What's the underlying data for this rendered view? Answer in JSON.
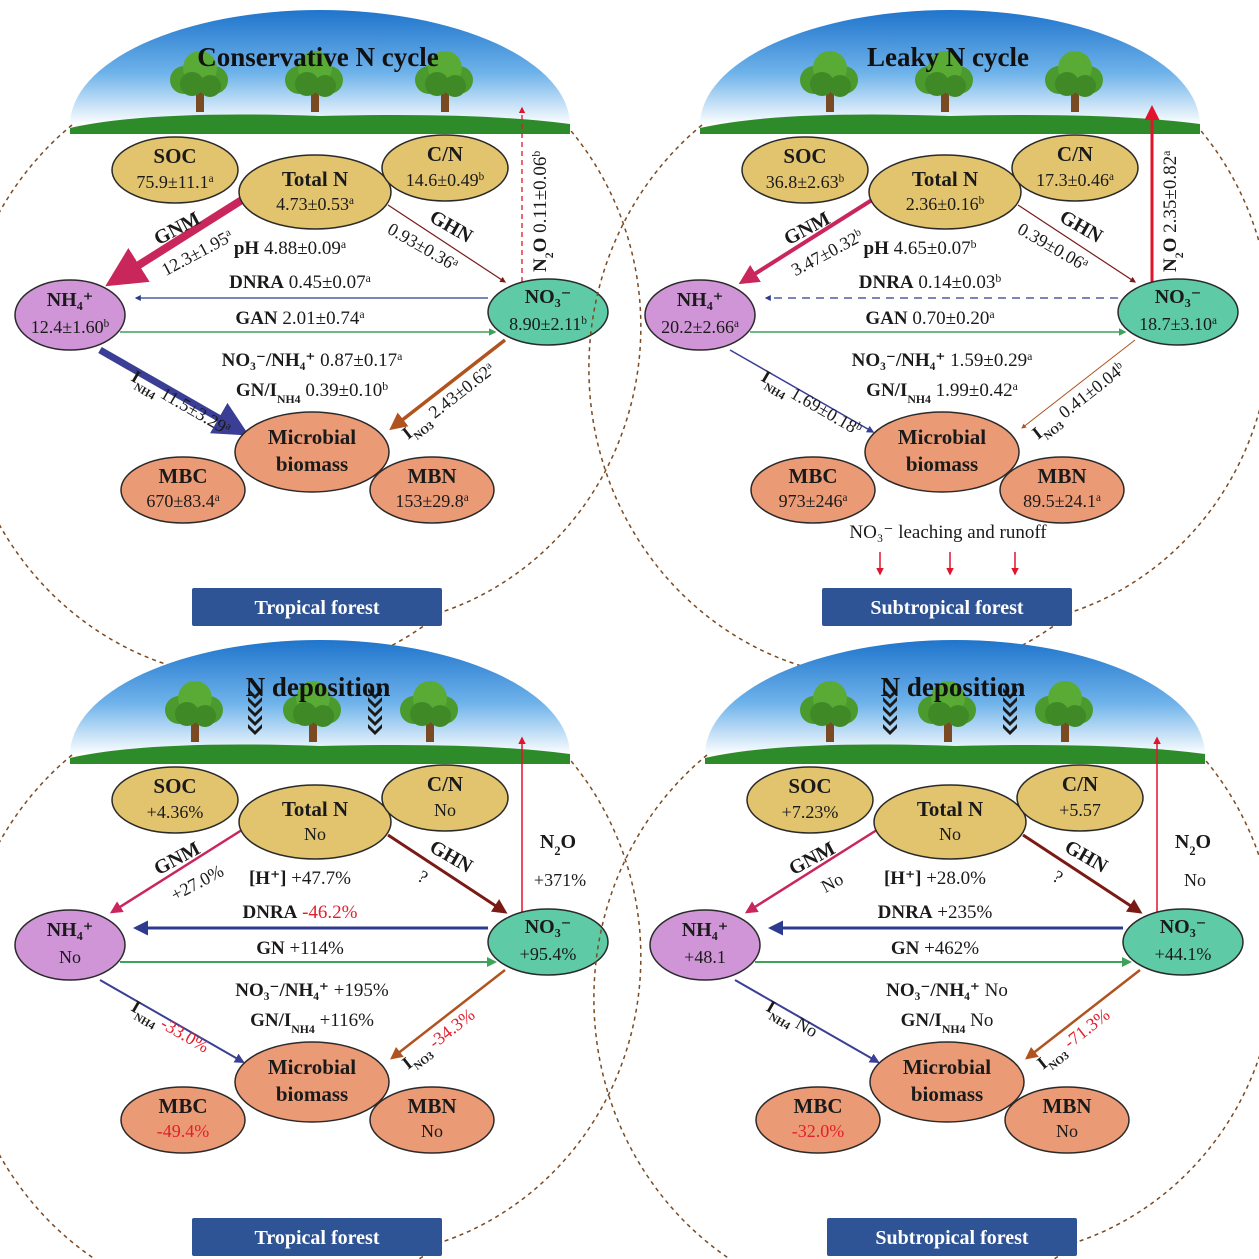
{
  "panels": [
    {
      "title": "Conservative N cycle",
      "forest": "Tropical forest",
      "soc": {
        "label": "SOC",
        "value": "75.9±11.1",
        "sup": "a"
      },
      "totaln": {
        "label": "Total N",
        "value": "4.73±0.53",
        "sup": "a"
      },
      "cn": {
        "label": "C/N",
        "value": "14.6±0.49",
        "sup": "b"
      },
      "gnm": {
        "label": "GNM",
        "value": "12.3±1.95",
        "sup": "a"
      },
      "ghn": {
        "label": "GHN",
        "value": "0.93±0.36",
        "sup": "a"
      },
      "ph": {
        "label": "pH",
        "value": "4.88±0.09",
        "sup": "a"
      },
      "dnra": {
        "label": "DNRA",
        "value": "0.45±0.07",
        "sup": "a"
      },
      "gan": {
        "label": "GAN",
        "value": "2.01±0.74",
        "sup": "a"
      },
      "nh4": {
        "label": "NH₄⁺",
        "value": "12.4±1.60",
        "sup": "b"
      },
      "no3": {
        "label": "NO₃⁻",
        "value": "8.90±2.11",
        "sup": "b"
      },
      "ratio1": {
        "label": "NO₃⁻/NH₄⁺",
        "value": "0.87±0.17",
        "sup": "a"
      },
      "ratio2": {
        "label": "GN/I",
        "sub": "NH4",
        "value": "0.39±0.10",
        "sup": "b"
      },
      "inh4": {
        "label": "I",
        "sub": "NH4",
        "value": "11.5±3.29",
        "sup": "a"
      },
      "ino3": {
        "label": "I",
        "sub": "NO3",
        "value": "2.43±0.62",
        "sup": "a"
      },
      "n2o": {
        "label": "N",
        "sub": "2",
        "label2": "O",
        "value": "0.11±0.06",
        "sup": "b"
      },
      "microbial": {
        "line1": "Microbial",
        "line2": "biomass"
      },
      "mbc": {
        "label": "MBC",
        "value": "670±83.4",
        "sup": "a"
      },
      "mbn": {
        "label": "MBN",
        "value": "153±29.8",
        "sup": "a"
      }
    },
    {
      "title": "Leaky N cycle",
      "forest": "Subtropical forest",
      "soc": {
        "label": "SOC",
        "value": "36.8±2.63",
        "sup": "b"
      },
      "totaln": {
        "label": "Total N",
        "value": "2.36±0.16",
        "sup": "b"
      },
      "cn": {
        "label": "C/N",
        "value": "17.3±0.46",
        "sup": "a"
      },
      "gnm": {
        "label": "GNM",
        "value": "3.47±0.32",
        "sup": "b"
      },
      "ghn": {
        "label": "GHN",
        "value": "0.39±0.06",
        "sup": "a"
      },
      "ph": {
        "label": "pH",
        "value": "4.65±0.07",
        "sup": "b"
      },
      "dnra": {
        "label": "DNRA",
        "value": "0.14±0.03",
        "sup": "b"
      },
      "gan": {
        "label": "GAN",
        "value": "0.70±0.20",
        "sup": "a"
      },
      "nh4": {
        "label": "NH₄⁺",
        "value": "20.2±2.66",
        "sup": "a"
      },
      "no3": {
        "label": "NO₃⁻",
        "value": "18.7±3.10",
        "sup": "a"
      },
      "ratio1": {
        "label": "NO₃⁻/NH₄⁺",
        "value": "1.59±0.29",
        "sup": "a"
      },
      "ratio2": {
        "label": "GN/I",
        "sub": "NH4",
        "value": "1.99±0.42",
        "sup": "a"
      },
      "inh4": {
        "label": "I",
        "sub": "NH4",
        "value": "1.69±0.18",
        "sup": "b"
      },
      "ino3": {
        "label": "I",
        "sub": "NO3",
        "value": "0.41±0.04",
        "sup": "b"
      },
      "n2o": {
        "label": "N",
        "sub": "2",
        "label2": "O",
        "value": "2.35±0.82",
        "sup": "a"
      },
      "microbial": {
        "line1": "Microbial",
        "line2": "biomass"
      },
      "mbc": {
        "label": "MBC",
        "value": "973±246",
        "sup": "a"
      },
      "mbn": {
        "label": "MBN",
        "value": "89.5±24.1",
        "sup": "a"
      },
      "leaching": "NO₃⁻ leaching and runoff"
    },
    {
      "title": "N deposition",
      "forest": "Tropical forest",
      "soc": {
        "label": "SOC",
        "value": "+4.36%"
      },
      "totaln": {
        "label": "Total N",
        "value": "No"
      },
      "cn": {
        "label": "C/N",
        "value": "No"
      },
      "gnm": {
        "label": "GNM",
        "value": "+27.0%"
      },
      "ghn": {
        "label": "GHN",
        "value": "?"
      },
      "h": {
        "label": "[H⁺]",
        "value": "+47.7%"
      },
      "dnra": {
        "label": "DNRA",
        "value": "-46.2%",
        "red": true
      },
      "gn": {
        "label": "GN",
        "value": "+114%"
      },
      "nh4": {
        "label": "NH₄⁺",
        "value": "No"
      },
      "no3": {
        "label": "NO₃⁻",
        "value": "+95.4%"
      },
      "ratio1": {
        "label": "NO₃⁻/NH₄⁺",
        "value": "+195%"
      },
      "ratio2": {
        "label": "GN/I",
        "sub": "NH4",
        "value": "+116%"
      },
      "inh4": {
        "label": "I",
        "sub": "NH4",
        "value": "-33.0%",
        "red": true
      },
      "ino3": {
        "label": "I",
        "sub": "NO3",
        "value": "-34.3%",
        "red": true
      },
      "n2o": {
        "label": "N",
        "sub": "2",
        "label2": "O",
        "value": "+371%"
      },
      "microbial": {
        "line1": "Microbial",
        "line2": "biomass"
      },
      "mbc": {
        "label": "MBC",
        "value": "-49.4%",
        "red": true
      },
      "mbn": {
        "label": "MBN",
        "value": "No"
      }
    },
    {
      "title": "N deposition",
      "forest": "Subtropical forest",
      "soc": {
        "label": "SOC",
        "value": "+7.23%"
      },
      "totaln": {
        "label": "Total N",
        "value": "No"
      },
      "cn": {
        "label": "C/N",
        "value": "+5.57"
      },
      "gnm": {
        "label": "GNM",
        "value": "No"
      },
      "ghn": {
        "label": "GHN",
        "value": "?"
      },
      "h": {
        "label": "[H⁺]",
        "value": "+28.0%"
      },
      "dnra": {
        "label": "DNRA",
        "value": "+235%"
      },
      "gn": {
        "label": "GN",
        "value": "+462%"
      },
      "nh4": {
        "label": "NH₄⁺",
        "value": "+48.1"
      },
      "no3": {
        "label": "NO₃⁻",
        "value": "+44.1%"
      },
      "ratio1": {
        "label": "NO₃⁻/NH₄⁺",
        "value": "No"
      },
      "ratio2": {
        "label": "GN/I",
        "sub": "NH4",
        "value": "No"
      },
      "inh4": {
        "label": "I",
        "sub": "NH4",
        "value": "No"
      },
      "ino3": {
        "label": "I",
        "sub": "NO3",
        "value": "-71.3%",
        "red": true
      },
      "n2o": {
        "label": "N",
        "sub": "2",
        "label2": "O",
        "value": "No"
      },
      "microbial": {
        "line1": "Microbial",
        "line2": "biomass"
      },
      "mbc": {
        "label": "MBC",
        "value": "-32.0%",
        "red": true
      },
      "mbn": {
        "label": "MBN",
        "value": "No"
      }
    }
  ],
  "colors": {
    "sky_top": "#2a7fd1",
    "ground": "#2e8b2a",
    "soc_fill": "#e2c46f",
    "nh4_fill": "#cf95d6",
    "no3_fill": "#5ecaa6",
    "microbe_fill": "#eb9a76",
    "gnm_arrow": "#c9265c",
    "ghn_arrow": "#7a1a14",
    "dnra_arrow": "#2d3b8f",
    "gan_arrow": "#3fa25a",
    "inh4_arrow": "#3a3f95",
    "ino3_arrow": "#b0531f",
    "n2o_arrow": "#e0152c",
    "label_box": "#2e5495",
    "negative_text": "#e41e2b"
  }
}
